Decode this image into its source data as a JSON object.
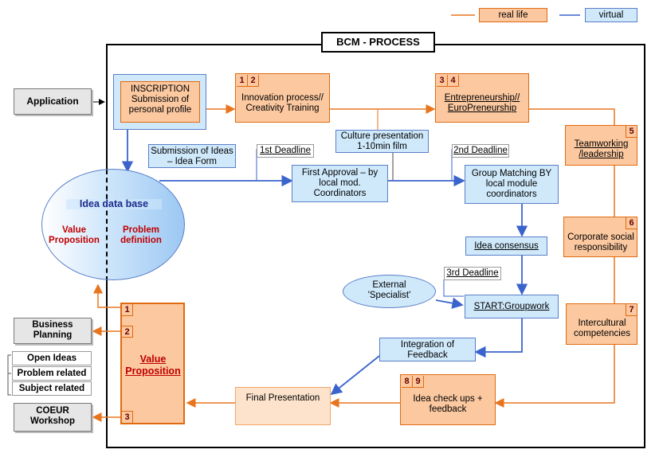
{
  "legend": {
    "real_life": "real life",
    "virtual": "virtual"
  },
  "title": "BCM - PROCESS",
  "application": "Application",
  "inscription": {
    "title": "INSCRIPTION",
    "subtitle": "Submission of personal profile"
  },
  "innovation": {
    "nums": [
      "1",
      "2"
    ],
    "label": "Innovation process// Creativity Training"
  },
  "entrepreneurship": {
    "nums": [
      "3",
      "4"
    ],
    "label": "Entrepreneurship// EuroPreneurship"
  },
  "teamworking": {
    "num": "5",
    "label": "Teamworking /leadership"
  },
  "csr": {
    "num": "6",
    "label": "Corporate social responsibility"
  },
  "intercultural": {
    "num": "7",
    "label": "Intercultural competencies"
  },
  "culture": "Culture presentation 1-10min film",
  "submission_ideas": "Submission of Ideas – Idea Form",
  "deadline1": "1st Deadline",
  "deadline2": "2nd Deadline",
  "deadline3": "3rd Deadline",
  "first_approval": "First Approval – by local mod. Coordinators",
  "group_matching": "Group Matching BY local module coordinators",
  "idea_consensus": "Idea consensus",
  "start_groupwork": "START:Groupwork",
  "external_specialist": "External 'Specialist'",
  "integration_feedback": "Integration of Feedback",
  "idea_checkups": {
    "nums": [
      "8",
      "9"
    ],
    "label": "Idea check ups + feedback"
  },
  "final_presentation": "Final Presentation",
  "database": {
    "title": "Idea data base",
    "left": "Value Proposition",
    "right": "Problem definition"
  },
  "value_proposition": {
    "nums": [
      "1",
      "2",
      "3"
    ],
    "label": "Value Proposition"
  },
  "business_planning": "Business Planning",
  "open_ideas": [
    "Open Ideas",
    "Problem related",
    "Subject related"
  ],
  "coeur": "COEUR Workshop",
  "colors": {
    "orange_line": "#e8751e",
    "blue_line": "#3a64cc",
    "orange_fill": "#fbc8a0",
    "blue_fill": "#cfe9fb"
  }
}
